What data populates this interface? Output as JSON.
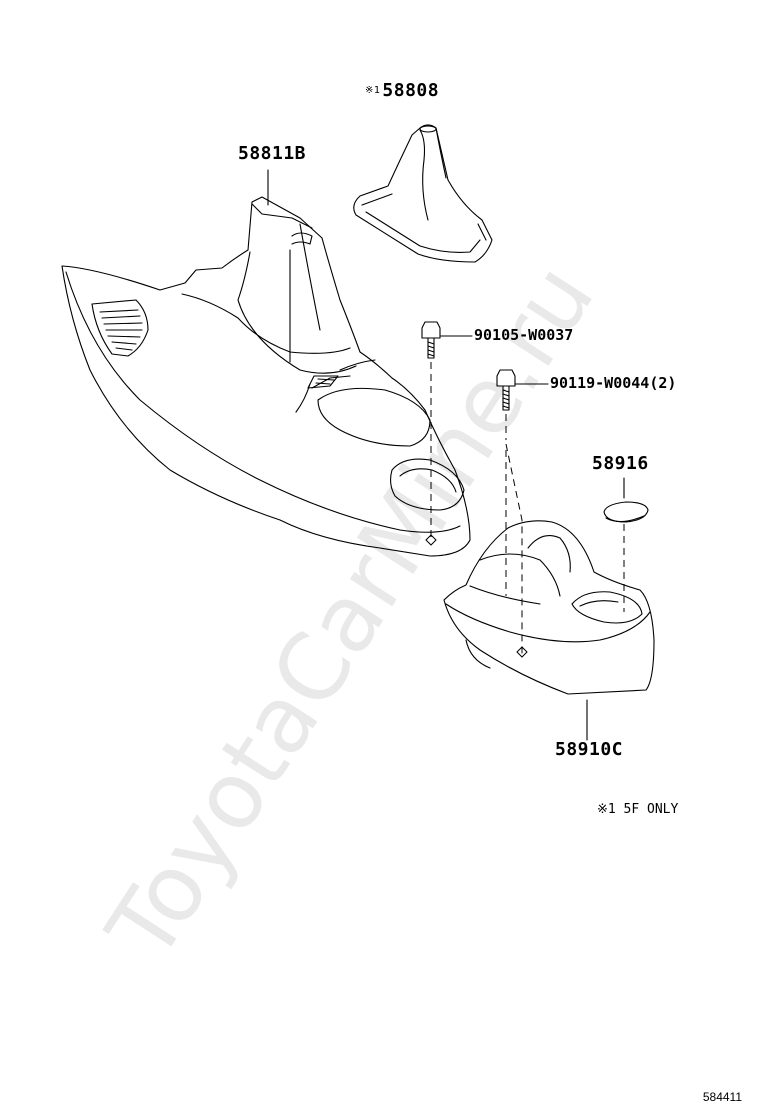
{
  "watermark": "ToyotaCarMine.ru",
  "labels": {
    "boot": "58808",
    "boot_mark": "※1",
    "panel": "58811B",
    "bolt1": "90105-W0037",
    "bolt2": "90119-W0044(2)",
    "pad": "58916",
    "box": "58910C"
  },
  "note": "※1 5F ONLY",
  "diagram_ref": "584411"
}
